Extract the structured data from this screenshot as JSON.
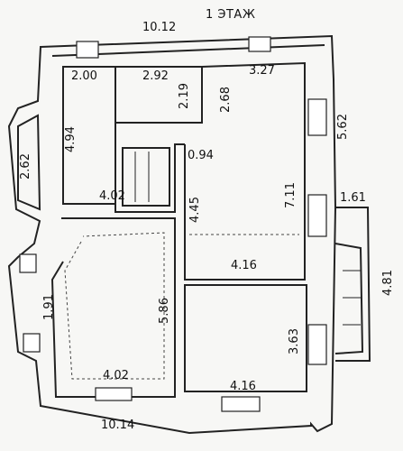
{
  "plan": {
    "title": "1 ЭТАЖ",
    "dimensions": {
      "top_width": "10.12",
      "bottom_width": "10.14",
      "stair_left_width": "2.00",
      "room_small_top_width": "2.92",
      "room_small_top_height": "2.19",
      "room_center_top_width": "3.27",
      "room_center_height_a": "2.68",
      "room_right_height": "5.62",
      "room_left_column_height": "4.94",
      "bay_window_height": "2.62",
      "stair_gap": "0.94",
      "stair_room_width": "4.02",
      "room_center_height_b": "4.45",
      "room_center_right_height": "7.11",
      "porch_width": "1.61",
      "porch_height": "4.81",
      "room_center_bottom_width": "4.16",
      "left_room_height": "5.86",
      "left_bay_height": "1.91",
      "left_room_bottom_width": "4.02",
      "bottom_right_height": "3.63",
      "bottom_right_width": "4.16"
    }
  }
}
